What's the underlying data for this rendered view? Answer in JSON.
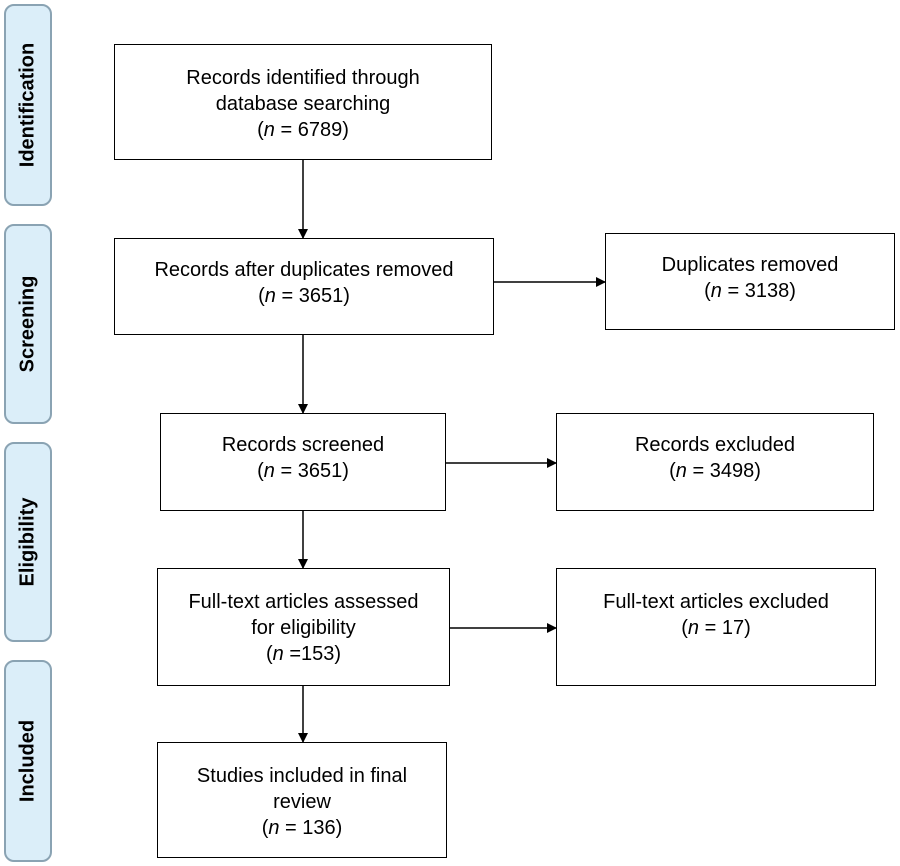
{
  "phases": {
    "identification": "Identification",
    "screening": "Screening",
    "eligibility": "Eligibility",
    "included": "Included"
  },
  "boxes": {
    "identified": {
      "line1": "Records identified through",
      "line2": "database searching",
      "n_symbol": "n",
      "n_rest": " = 6789)"
    },
    "after_duplicates": {
      "line1": "Records after duplicates removed",
      "n_symbol": "n",
      "n_rest": " = 3651)"
    },
    "duplicates_removed": {
      "line1": "Duplicates removed",
      "n_symbol": "n",
      "n_rest": " = 3138)"
    },
    "screened": {
      "line1": "Records screened",
      "n_symbol": "n",
      "n_rest": " = 3651)"
    },
    "excluded": {
      "line1": "Records excluded",
      "n_symbol": "n",
      "n_rest": " = 3498)"
    },
    "fulltext_assessed": {
      "line1": "Full-text articles assessed",
      "line2": "for eligibility",
      "n_symbol": "n",
      "n_rest": " =153)"
    },
    "fulltext_excluded": {
      "line1": "Full-text articles excluded",
      "n_symbol": "n",
      "n_rest": " = 17)"
    },
    "included": {
      "line1": "Studies included in final",
      "line2": "review",
      "n_symbol": "n",
      "n_rest": " = 136)"
    }
  }
}
